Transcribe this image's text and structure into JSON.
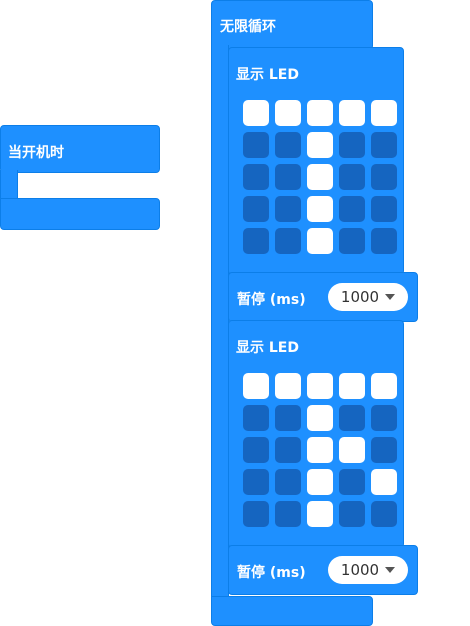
{
  "on_start": {
    "label": "当开机时"
  },
  "forever": {
    "label": "无限循环"
  },
  "show_led_1": {
    "label": "显示 LED",
    "grid": [
      [
        1,
        1,
        1,
        1,
        1
      ],
      [
        0,
        0,
        1,
        0,
        0
      ],
      [
        0,
        0,
        1,
        0,
        0
      ],
      [
        0,
        0,
        1,
        0,
        0
      ],
      [
        0,
        0,
        1,
        0,
        0
      ]
    ]
  },
  "pause_1": {
    "label": "暂停 (ms)",
    "value": "1000"
  },
  "show_led_2": {
    "label": "显示 LED",
    "grid": [
      [
        1,
        1,
        1,
        1,
        1
      ],
      [
        0,
        0,
        1,
        0,
        0
      ],
      [
        0,
        0,
        1,
        1,
        0
      ],
      [
        0,
        0,
        1,
        0,
        1
      ],
      [
        0,
        0,
        1,
        0,
        0
      ]
    ]
  },
  "pause_2": {
    "label": "暂停 (ms)",
    "value": "1000"
  },
  "colors": {
    "block": "#1e90ff",
    "led_off": "#1565c0",
    "led_on": "#ffffff"
  }
}
